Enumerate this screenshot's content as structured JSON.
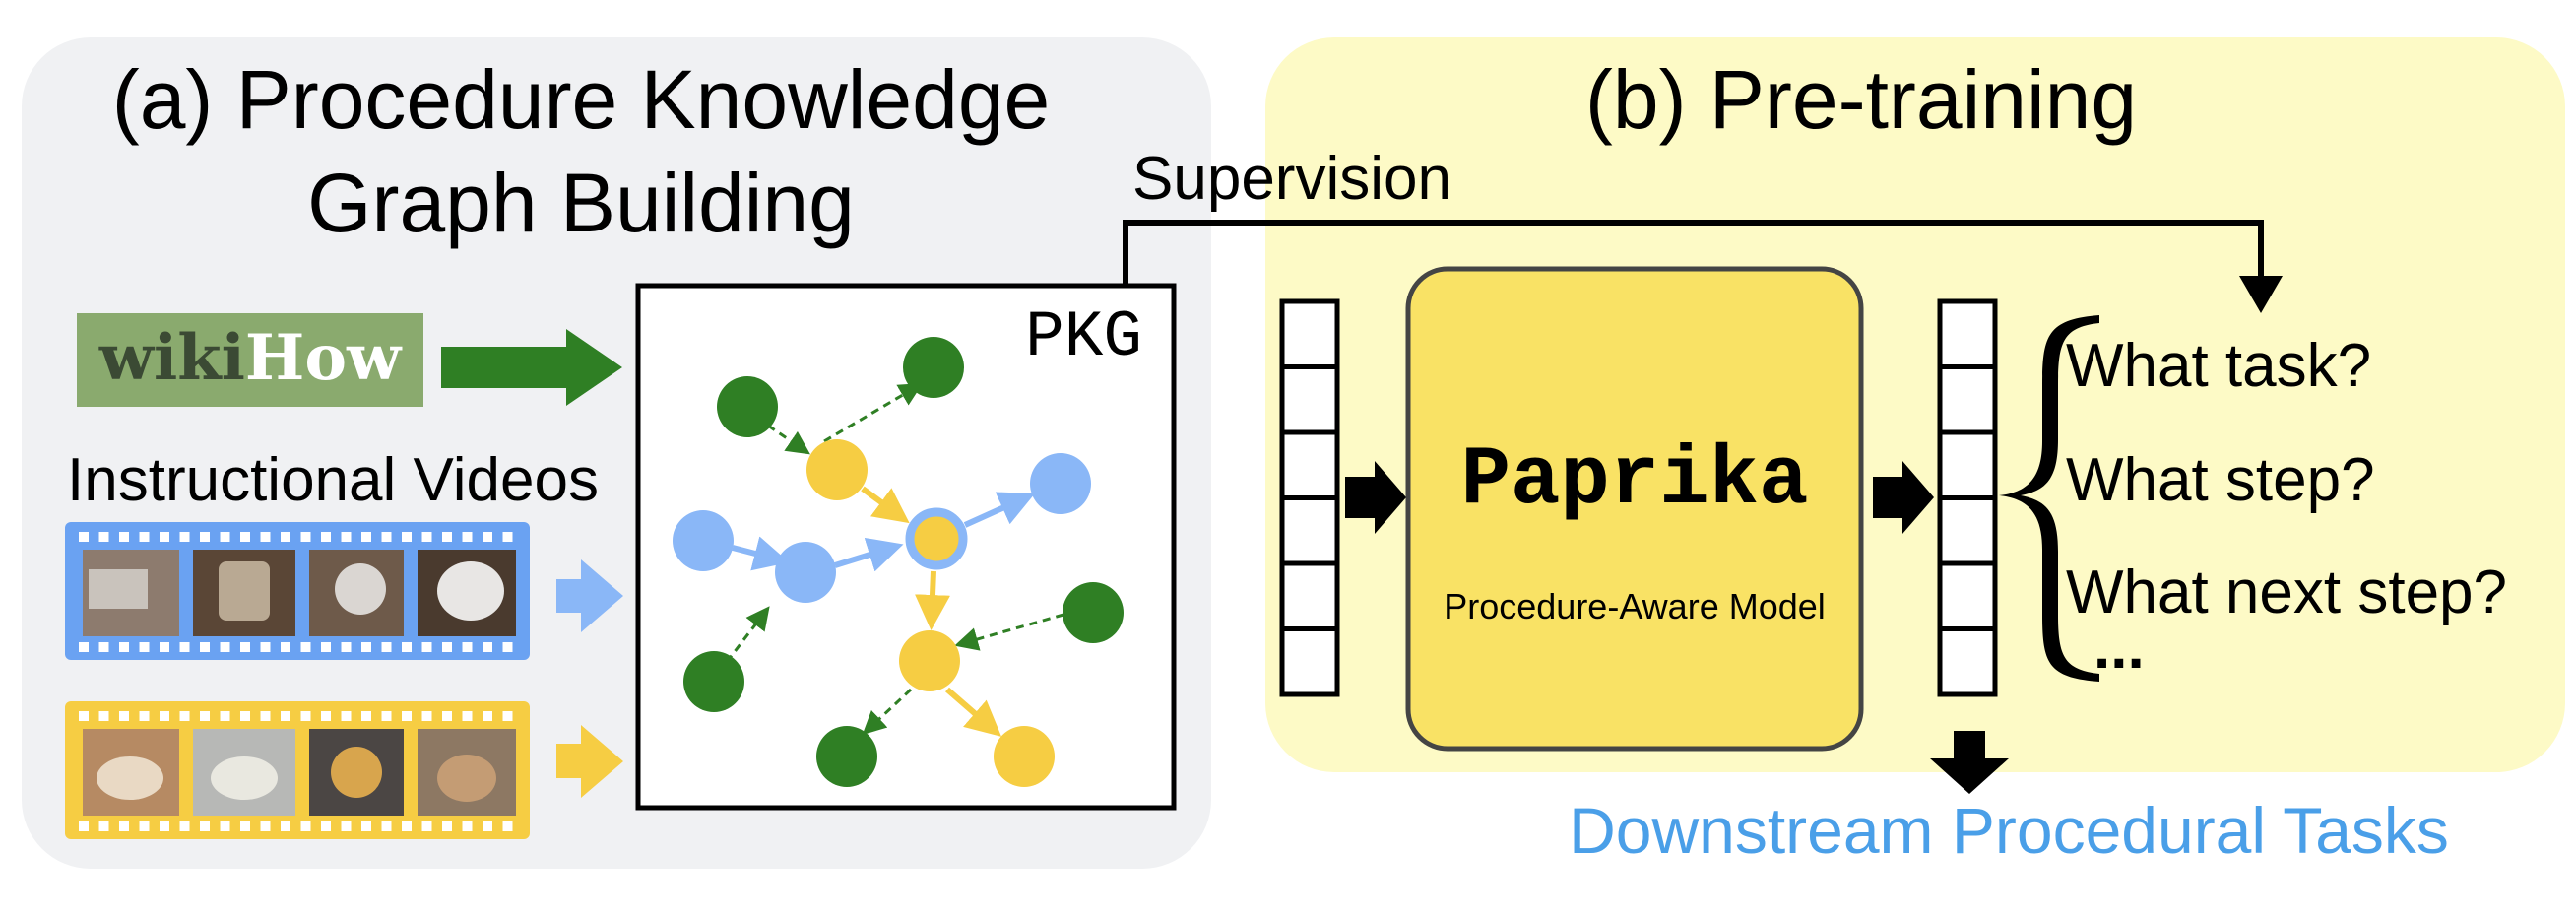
{
  "panel_a": {
    "title_line1": "(a) Procedure Knowledge",
    "title_line2": "Graph Building",
    "wikihow_logo": {
      "part1": "wiki",
      "part2": "How"
    },
    "videos_label": "Instructional Videos",
    "pkg_label": "PKG"
  },
  "panel_b": {
    "title": "(b) Pre-training",
    "supervision_label": "Supervision",
    "model_name": "Paprika",
    "model_subtitle": "Procedure-Aware Model",
    "questions": [
      "What task?",
      "What step?",
      "What next step?"
    ],
    "ellipsis": "...",
    "downstream_label": "Downstream Procedural Tasks"
  },
  "colors": {
    "panel_a_bg": "#f0f1f3",
    "panel_b_bg": "#fdfac6",
    "model_fill": "#f9e265",
    "green": "#2f7f24",
    "blue": "#8ab7f7",
    "yellow": "#f6cd43",
    "downstream_text": "#4a9fe8",
    "wikihow_bg": "#8aaa6e"
  }
}
